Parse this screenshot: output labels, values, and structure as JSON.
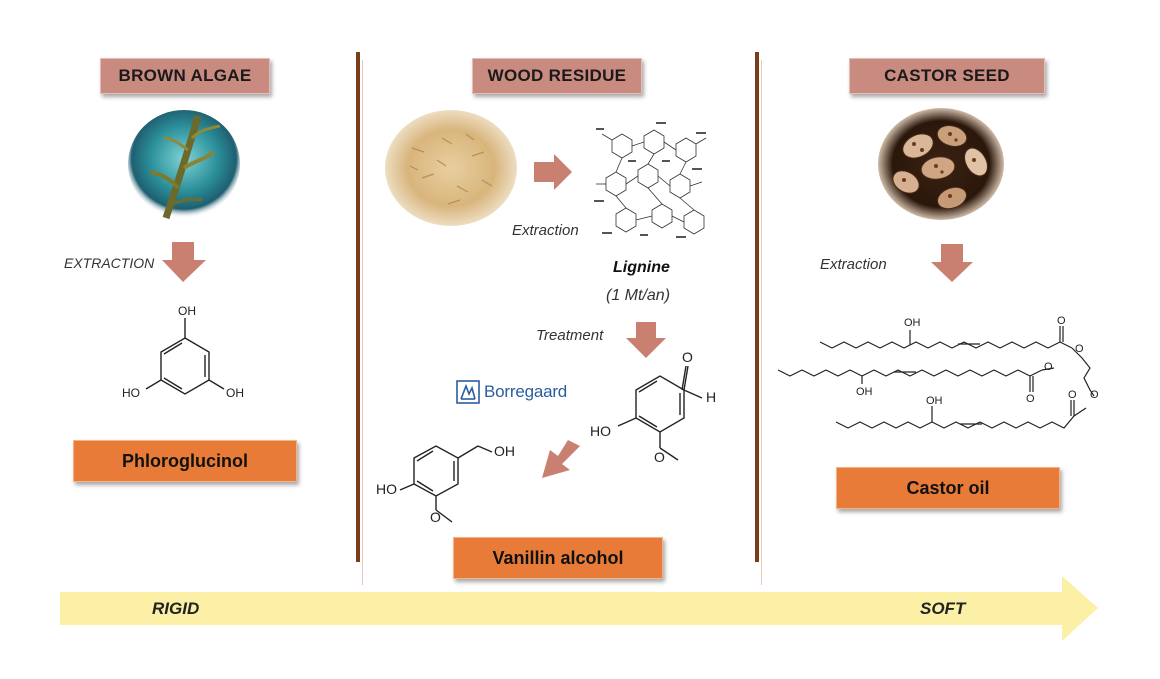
{
  "columns": [
    {
      "header": "BROWN ALGAE",
      "extraction_label": "EXTRACTION",
      "product": "Phloroglucinol",
      "molecule_labels": {
        "top": "OH",
        "left": "HO",
        "right": "OH"
      }
    },
    {
      "header": "WOOD RESIDUE",
      "extraction_label": "Extraction",
      "intermediate_name": "Lignine",
      "intermediate_amount": "(1 Mt/an)",
      "treatment_label": "Treatment",
      "company_logo_text": "Borregaard",
      "aldehyde_labels": {
        "o": "O",
        "h": "H",
        "ho": "HO",
        "ome": "O"
      },
      "alcohol_labels": {
        "oh": "OH",
        "ho": "HO",
        "ome": "O"
      },
      "product": "Vanillin alcohol"
    },
    {
      "header": "CASTOR SEED",
      "extraction_label": "Extraction",
      "triglyceride_labels": {
        "oh1": "OH",
        "oh2": "OH",
        "oh3": "OH",
        "o1": "O",
        "o2": "O",
        "o3": "O",
        "o4": "O",
        "o5": "O",
        "o6": "O"
      },
      "product": "Castor oil"
    }
  ],
  "axis": {
    "left": "RIGID",
    "right": "SOFT"
  },
  "colors": {
    "header_fill": "#c98a80",
    "product_fill": "#e87b37",
    "arrow_fill": "#c98070",
    "divider": "#7a3d1a",
    "axis_arrow": "#fbf0a6"
  }
}
